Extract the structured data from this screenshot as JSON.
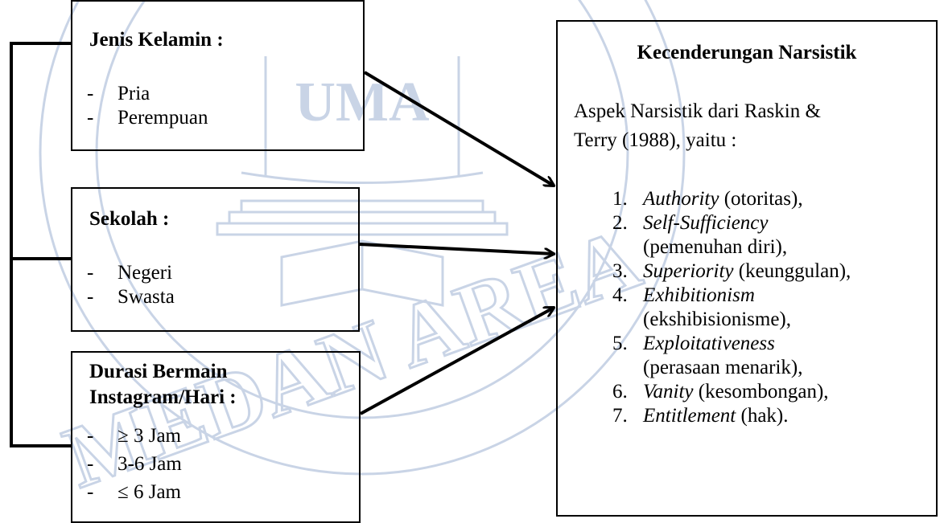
{
  "boxes": {
    "jenis_kelamin": {
      "title": "Jenis Kelamin :",
      "items": [
        "Pria",
        "Perempuan"
      ]
    },
    "sekolah": {
      "title": "Sekolah :",
      "items": [
        "Negeri",
        "Swasta"
      ]
    },
    "durasi": {
      "title": "Durasi Bermain\nInstagram/Hari :",
      "items": [
        "≥ 3 Jam",
        "3-6 Jam",
        "≤ 6 Jam"
      ]
    }
  },
  "narsistik": {
    "title": "Kecenderungan Narsistik",
    "intro_line1": "Aspek Narsistik dari Raskin &",
    "intro_line2": "Terry (1988), yaitu :",
    "aspects": [
      {
        "num": "1.",
        "term": "Authority",
        "gloss": " (otoritas),",
        "wrap": false
      },
      {
        "num": "2.",
        "term": "Self-Sufficiency",
        "gloss": "(pemenuhan diri),",
        "wrap": true
      },
      {
        "num": "3.",
        "term": "Superiority",
        "gloss": " (keunggulan),",
        "wrap": false
      },
      {
        "num": "4.",
        "term": "Exhibitionism",
        "gloss": "(ekshibisionisme),",
        "wrap": true
      },
      {
        "num": "5.",
        "term": "Exploitativeness",
        "gloss": "(perasaan menarik),",
        "wrap": true
      },
      {
        "num": "6.",
        "term": "Vanity",
        "gloss": " (kesombongan),",
        "wrap": false
      },
      {
        "num": "7.",
        "term": "Entitlement",
        "gloss": " (hak).",
        "wrap": false
      }
    ]
  },
  "watermark_text": "MEDAN AREA",
  "watermark_logo_text": "UMA",
  "colors": {
    "line": "#000000",
    "watermark": "#c9d4e6"
  }
}
